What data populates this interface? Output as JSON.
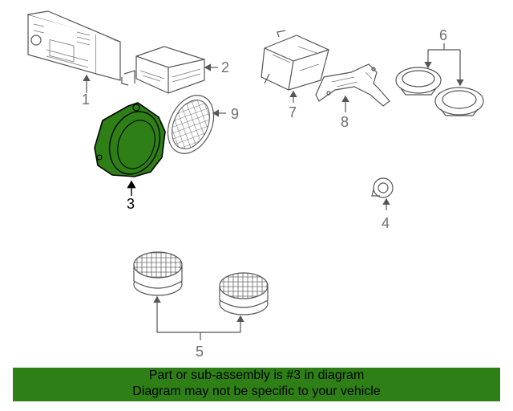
{
  "callouts": {
    "c1": "1",
    "c2": "2",
    "c3": "3",
    "c4": "4",
    "c5": "5",
    "c6": "6",
    "c7": "7",
    "c8": "8",
    "c9": "9"
  },
  "highlight_color": "#2e8016",
  "banner": {
    "line1": "Part or sub-assembly is #3 in diagram",
    "line2": "Diagram may not be specific to your vehicle"
  }
}
